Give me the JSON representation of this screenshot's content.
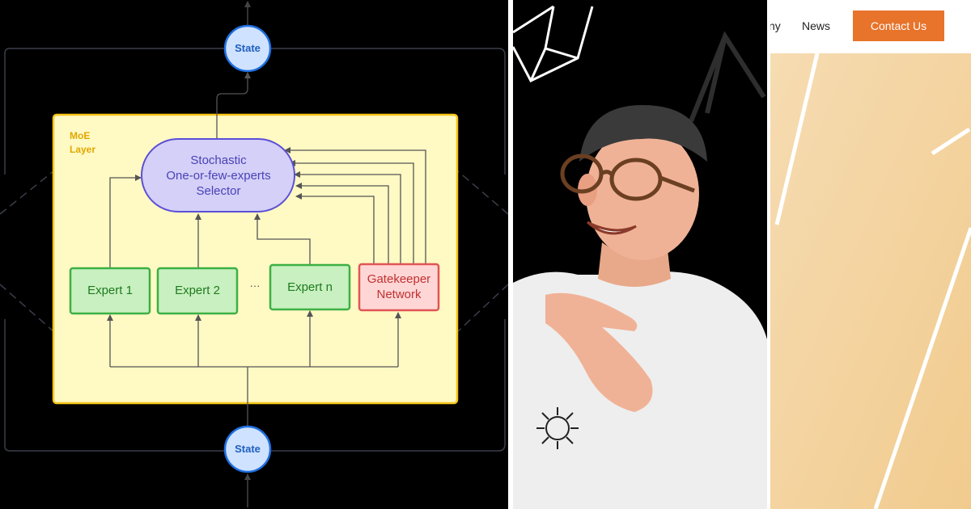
{
  "diagram": {
    "state_top": "State",
    "state_bottom": "State",
    "moe_label_line1": "MoE",
    "moe_label_line2": "Layer",
    "selector_line1": "Stochastic",
    "selector_line2": "One-or-few-experts",
    "selector_line3": "Selector",
    "expert1": "Expert 1",
    "expert2": "Expert 2",
    "ellipsis": "···",
    "expertn": "Expert n",
    "gatekeeper_line1": "Gatekeeper",
    "gatekeeper_line2": "Network",
    "colors": {
      "background": "#000000",
      "moe_fill": "#fff9c4",
      "moe_border": "#f5c518",
      "moe_label": "#e0a800",
      "state_fill": "#cfe2ff",
      "state_border": "#1f6fe0",
      "selector_fill": "#d4d0f7",
      "selector_border": "#5b4fd6",
      "expert_fill": "#c8f0c0",
      "expert_border": "#3cb043",
      "gate_fill": "#ffd6d6",
      "gate_border": "#e05555"
    }
  },
  "website": {
    "nav_partial": "ny",
    "nav_news": "News",
    "contact_button": "Contact Us",
    "accent": "#e8732a"
  }
}
